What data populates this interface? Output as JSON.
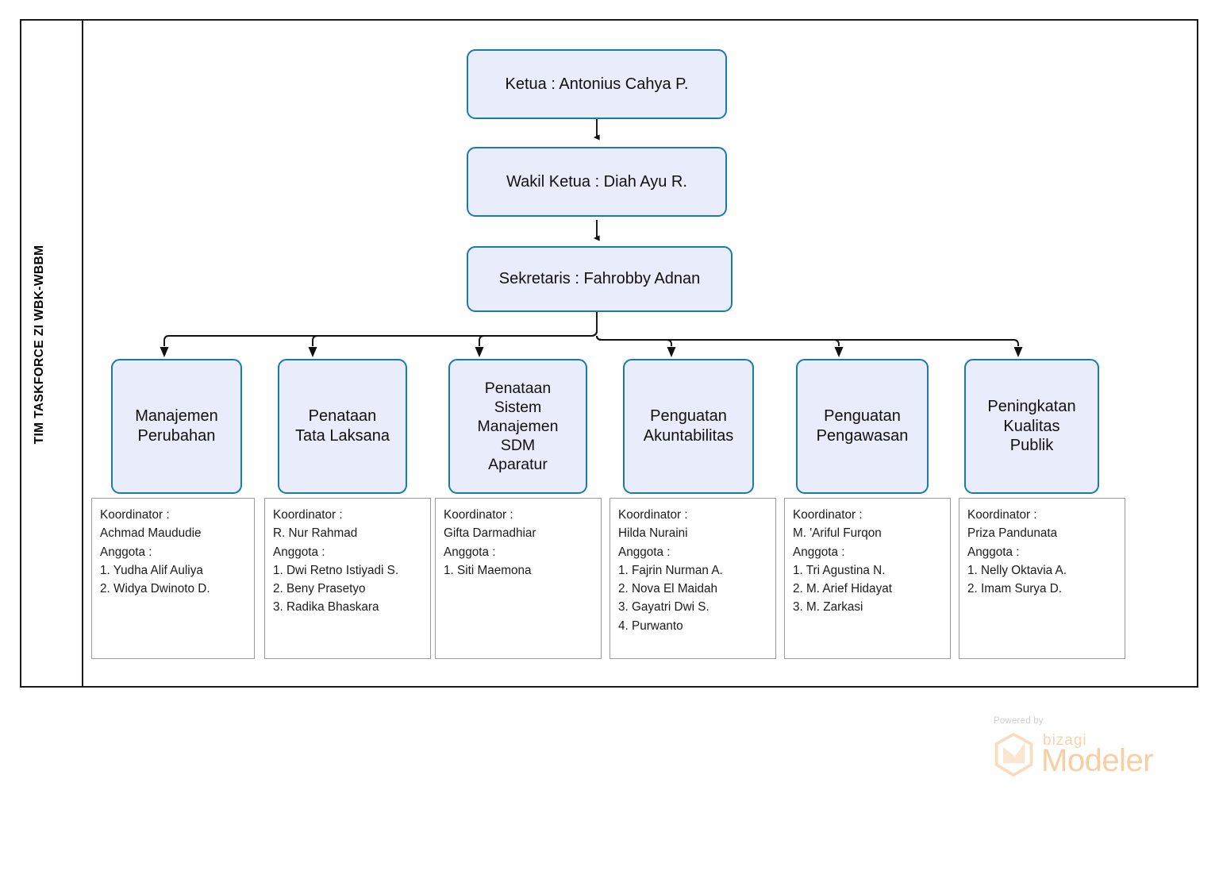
{
  "diagram": {
    "lane_label": "TIM TASKFORCE ZI WBK-WBBM",
    "accent_border": "#1a7aa8",
    "node_fill": "#e9ecfa",
    "frame_color": "#1a1a1a"
  },
  "chain": [
    {
      "id": "ketua",
      "label": "Ketua : Antonius Cahya P."
    },
    {
      "id": "wakil",
      "label": "Wakil Ketua : Diah Ayu R."
    },
    {
      "id": "sekretaris",
      "label": "Sekretaris : Fahrobby Adnan"
    }
  ],
  "areas": [
    {
      "id": "manajemen-perubahan",
      "title": "Manajemen\nPerubahan",
      "coordinator_label": "Koordinator :",
      "coordinator": "Achmad Maududie",
      "members_label": "Anggota :",
      "members": [
        "1. Yudha Alif Auliya",
        "2. Widya Dwinoto D."
      ]
    },
    {
      "id": "penataan-tata-laksana",
      "title": "Penataan\nTata Laksana",
      "coordinator_label": "Koordinator :",
      "coordinator": "R. Nur Rahmad",
      "members_label": "Anggota :",
      "members": [
        "1. Dwi Retno Istiyadi S.",
        "2. Beny Prasetyo",
        "3. Radika Bhaskara"
      ]
    },
    {
      "id": "penataan-sistem-manajemen-sdm-aparatur",
      "title": "Penataan\nSistem\nManajemen\nSDM\nAparatur",
      "coordinator_label": "Koordinator :",
      "coordinator": "Gifta Darmadhiar",
      "members_label": "Anggota :",
      "members": [
        "1. Siti Maemona"
      ]
    },
    {
      "id": "penguatan-akuntabilitas",
      "title": "Penguatan\nAkuntabilitas",
      "coordinator_label": "Koordinator :",
      "coordinator": "Hilda Nuraini",
      "members_label": "Anggota :",
      "members": [
        "1. Fajrin Nurman A.",
        "2. Nova El Maidah",
        "3. Gayatri Dwi S.",
        "4. Purwanto"
      ]
    },
    {
      "id": "penguatan-pengawasan",
      "title": "Penguatan\nPengawasan",
      "coordinator_label": "Koordinator :",
      "coordinator": "M. 'Ariful Furqon",
      "members_label": "Anggota :",
      "members": [
        "1. Tri Agustina N.",
        "2. M. Arief Hidayat",
        "3. M. Zarkasi"
      ]
    },
    {
      "id": "peningkatan-kualitas-publik",
      "title": "Peningkatan\nKualitas\nPublik",
      "coordinator_label": "Koordinator :",
      "coordinator": "Priza Pandunata",
      "members_label": "Anggota :",
      "members": [
        "1. Nelly Oktavia A.",
        "2. Imam Surya D."
      ]
    }
  ],
  "footer": {
    "powered_by": "Powered by",
    "brand": "bizagi",
    "product": "Modeler"
  }
}
